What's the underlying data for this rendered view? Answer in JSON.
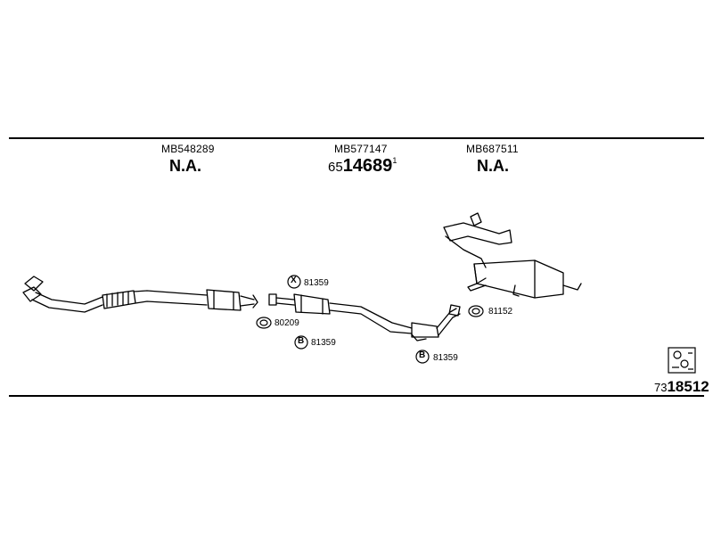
{
  "header": {
    "columns": [
      {
        "part_number": "MB548289",
        "status": "N.A."
      },
      {
        "part_number": "MB577147",
        "status": {
          "prefix": "65",
          "main": "14689",
          "suffix": "1"
        }
      },
      {
        "part_number": "MB687511",
        "status": "N.A."
      }
    ]
  },
  "hardware": [
    {
      "symbol": "X",
      "code": "81359"
    },
    {
      "symbol": "",
      "code": "80209"
    },
    {
      "symbol": "B",
      "code": "81359"
    },
    {
      "symbol": "B",
      "code": "81359"
    },
    {
      "symbol": "",
      "code": "81152"
    }
  ],
  "footer": {
    "code_prefix": "73",
    "code_main": "18512"
  },
  "icons": [
    "exhaust-system-diagram",
    "mounting-kit-icon",
    "gasket-icon"
  ]
}
